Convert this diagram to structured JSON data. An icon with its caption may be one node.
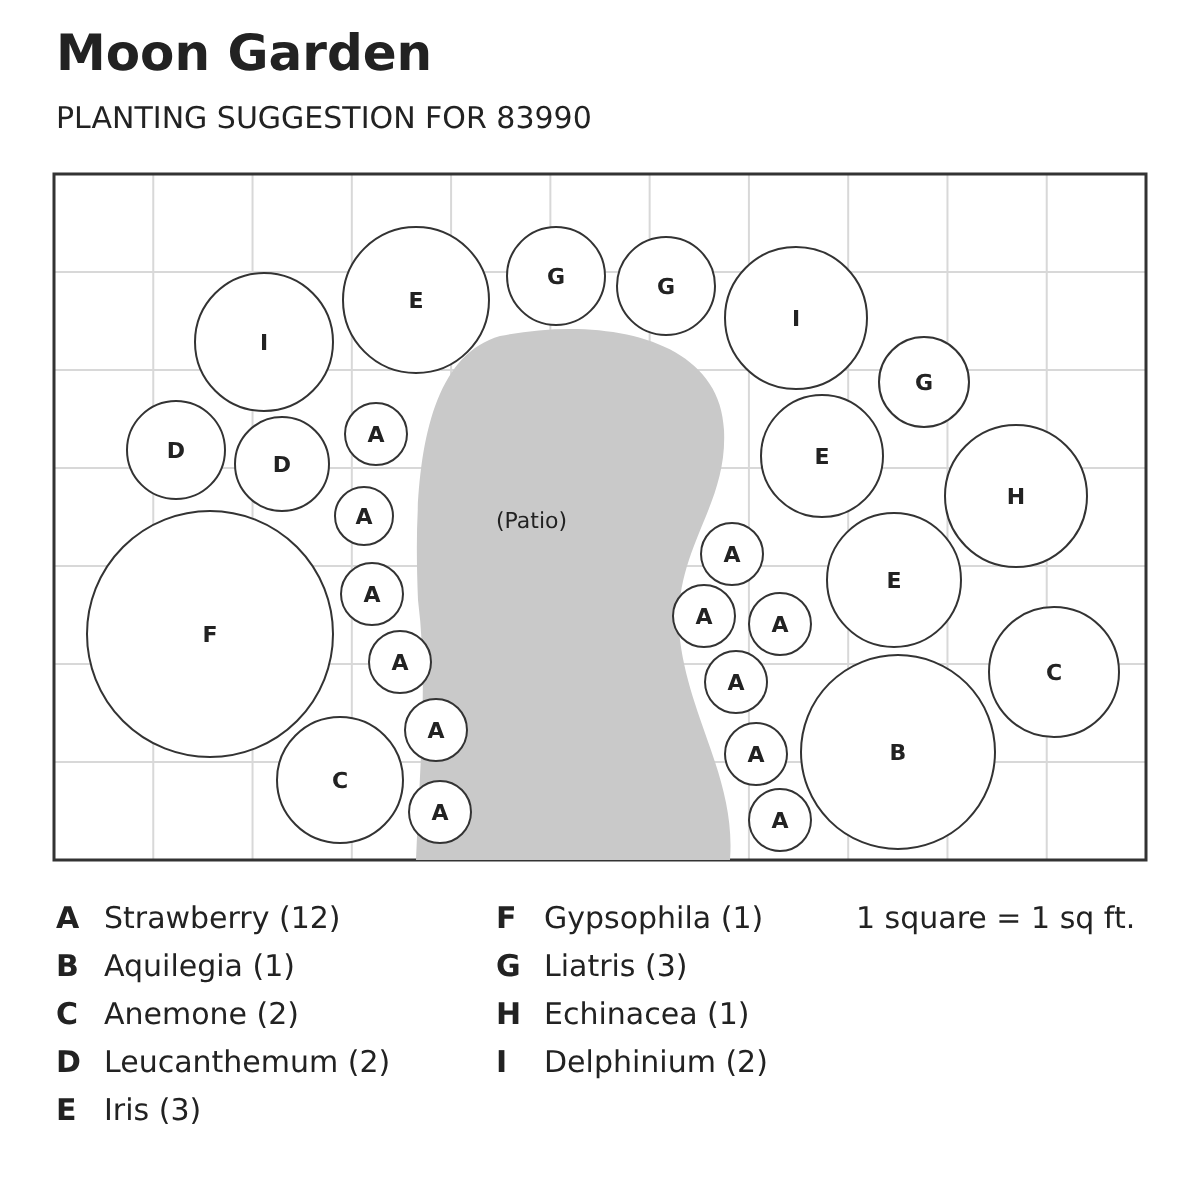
{
  "diagram": {
    "title": "Moon Garden",
    "nodes": [
      {
        "text": [
          "G"
        ]
      },
      {
        "text": [
          "G"
        ]
      },
      {
        "text": [
          "E"
        ]
      },
      {
        "text": [
          "I"
        ]
      },
      {
        "text": [
          "I"
        ]
      },
      {
        "text": [
          "G"
        ]
      },
      {
        "text": [
          "D"
        ]
      },
      {
        "text": [
          "A"
        ]
      },
      {
        "text": [
          "D"
        ]
      },
      {
        "text": [
          "E"
        ]
      },
      {
        "text": [
          "H"
        ]
      },
      {
        "text": [
          "A"
        ]
      },
      {
        "text": [
          "(Patio)"
        ]
      },
      {
        "text": [
          "A"
        ]
      },
      {
        "text": [
          "F"
        ]
      },
      {
        "text": [
          "A"
        ]
      },
      {
        "text": [
          "E"
        ]
      },
      {
        "text": [
          "A"
        ]
      },
      {
        "text": [
          "A"
        ]
      },
      {
        "text": [
          "A"
        ]
      },
      {
        "text": [
          "C"
        ]
      },
      {
        "text": [
          "A"
        ]
      },
      {
        "text": [
          "A"
        ]
      },
      {
        "text": [
          "B"
        ]
      },
      {
        "text": [
          "C"
        ]
      },
      {
        "text": [
          "A"
        ]
      },
      {
        "text": [
          "A"
        ]
      },
      {
        "text": [
          "A"
        ]
      }
    ],
    "labels": [
      "PLANTING SUGGESTION FOR 83990",
      "A",
      "Strawberry (12)",
      "F",
      "Gypsophila (1)",
      "1 square = 1 sq ft.",
      "B",
      "Aquilegia (1)",
      "G",
      "Liatris (3)",
      "C",
      "Anemone (2)",
      "H",
      "Echinacea (1)",
      "D",
      "Leucanthemum (2)",
      "I",
      "Delphinium (2)",
      "E",
      "Iris (3)"
    ]
  }
}
